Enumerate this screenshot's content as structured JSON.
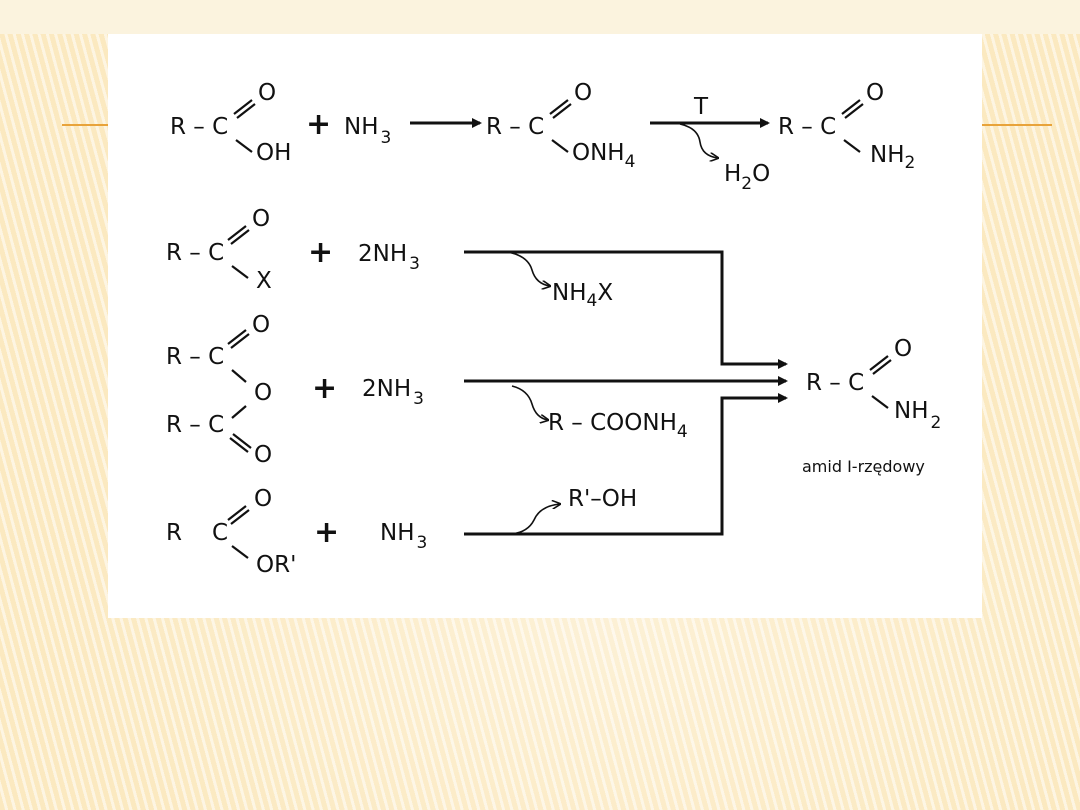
{
  "slide": {
    "caption": "amid I-rzędowy"
  },
  "labels": {
    "R": "R",
    "R_C": "R – C",
    "C": "C",
    "O": "O",
    "OH": "OH",
    "X": "X",
    "OR_prime": "OR'",
    "ONH": "ONH",
    "NH": "NH",
    "NH4X_a": "NH",
    "NH4X_b": "X",
    "sub2": "2",
    "sub3": "3",
    "sub4": "4",
    "plus": "+",
    "NH3": "NH",
    "twoNH3": "2NH",
    "T": "T",
    "H": "H",
    "R_COONH": "R – COONH",
    "R_prime_OH": "R'–OH"
  },
  "colors": {
    "accent": "#e8a33a",
    "background": "#fbe9c0",
    "panel": "#ffffff"
  }
}
